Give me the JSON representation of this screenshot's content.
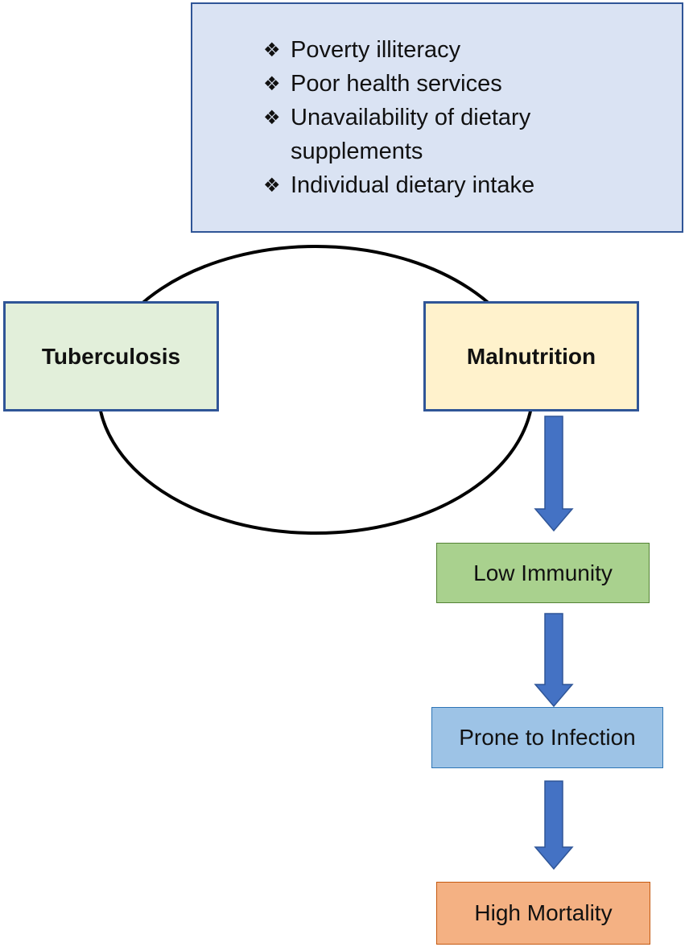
{
  "factors": {
    "bullet": "❖",
    "items": [
      "Poverty illiteracy",
      "Poor health services",
      "Unavailability of dietary supplements",
      "Individual dietary intake"
    ]
  },
  "nodes": {
    "tuberculosis": "Tuberculosis",
    "malnutrition": "Malnutrition",
    "low_immunity": "Low Immunity",
    "prone_to_infection": "Prone to Infection",
    "high_mortality": "High Mortality"
  },
  "colors": {
    "factors_fill": "#dae3f3",
    "tuberculosis_fill": "#e2efda",
    "malnutrition_fill": "#fff2cc",
    "low_immunity_fill": "#a9d18e",
    "prone_to_infection_fill": "#9dc3e6",
    "high_mortality_fill": "#f4b183",
    "arrow": "#4472c4",
    "box_border": "#2f5597"
  }
}
